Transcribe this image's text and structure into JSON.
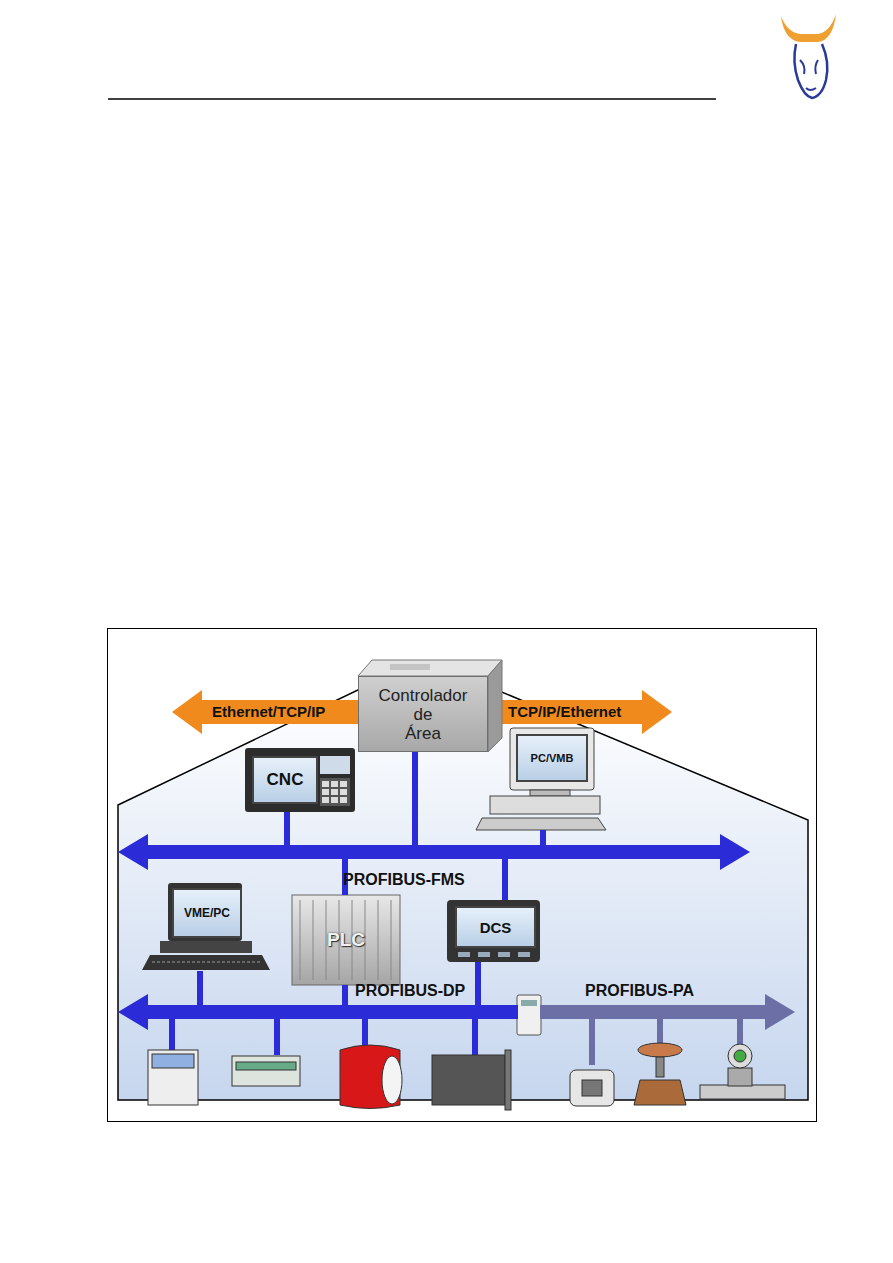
{
  "diagram": {
    "nodes": [
      {
        "text": [
          "Controlador de Área"
        ]
      },
      {
        "text": [
          "CNC"
        ]
      },
      {
        "text": [
          "PC/VMB"
        ]
      },
      {
        "text": [
          "PROFIBUS-FMS"
        ]
      },
      {
        "text": [
          "PLC"
        ]
      },
      {
        "text": [
          "DCS"
        ]
      },
      {
        "text": [
          "VME/PC"
        ]
      },
      {
        "text": [
          "PROFIBUS-DP"
        ]
      },
      {
        "text": [
          "PROFIBUS-PA"
        ]
      }
    ],
    "edges": [
      {
        "from": 0,
        "to": 3,
        "arrow": "none"
      },
      {
        "from": 1,
        "to": 3,
        "arrow": "none"
      },
      {
        "from": 2,
        "to": 3,
        "arrow": "none"
      },
      {
        "from": 4,
        "to": 3,
        "arrow": "none"
      },
      {
        "from": 5,
        "to": 3,
        "arrow": "none"
      },
      {
        "from": 4,
        "to": 7,
        "arrow": "none"
      },
      {
        "from": 5,
        "to": 7,
        "arrow": "none"
      },
      {
        "from": 6,
        "to": 7,
        "arrow": "none"
      },
      {
        "from": 7,
        "to": 8,
        "arrow": "none"
      }
    ],
    "labels": [
      "Ethernet/TCP/IP",
      "TCP/IP/Ethernet"
    ]
  }
}
